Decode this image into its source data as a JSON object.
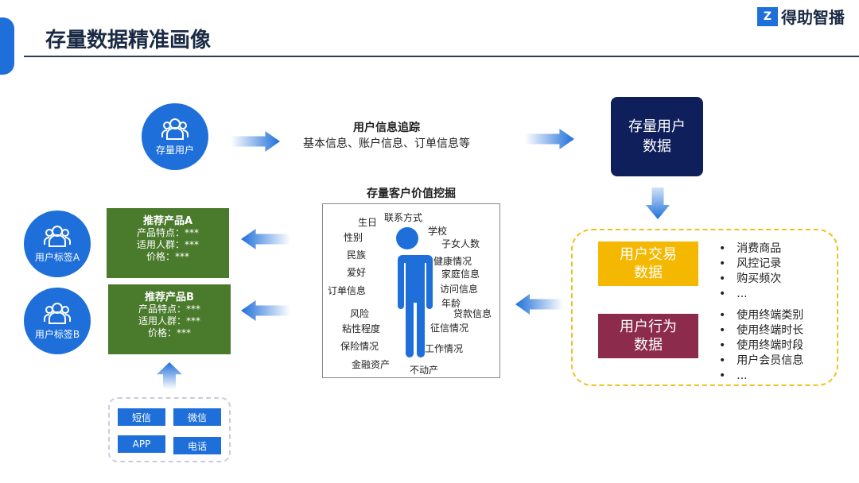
{
  "title": "存量数据精准画像",
  "logo": {
    "mark": "Z",
    "text": "得助智播"
  },
  "top": {
    "circle_label": "存量用户",
    "track_title": "用户信息追踪",
    "track_sub": "基本信息、账户信息、订单信息等",
    "navy_box": "存量用户\n数据"
  },
  "transaction": {
    "label": "用户交易\n数据",
    "items": [
      "消费商品",
      "风控记录",
      "购买频次",
      "..."
    ],
    "color": "#f5b800"
  },
  "behavior": {
    "label": "用户行为\n数据",
    "items": [
      "使用终端类别",
      "使用终端时长",
      "使用终端时段",
      "用户会员信息",
      "..."
    ],
    "color": "#8c2b4b"
  },
  "mining": {
    "title": "存量客户价值挖掘",
    "words": [
      "生日",
      "联系方式",
      "学校",
      "性别",
      "子女人数",
      "民族",
      "健康情况",
      "爱好",
      "家庭信息",
      "订单信息",
      "访问信息",
      "年龄",
      "风险",
      "贷款信息",
      "粘性程度",
      "征信情况",
      "保险情况",
      "工作情况",
      "金融资产",
      "不动产"
    ]
  },
  "tags": [
    "用户标签A",
    "用户标签B"
  ],
  "products": [
    {
      "name": "推荐产品A",
      "features": "产品特点：***",
      "audience": "适用人群：***",
      "price": "价格：***"
    },
    {
      "name": "推荐产品B",
      "features": "产品特点：***",
      "audience": "适用人群：***",
      "price": "价格：***"
    }
  ],
  "channels": [
    "短信",
    "微信",
    "APP",
    "电话"
  ]
}
